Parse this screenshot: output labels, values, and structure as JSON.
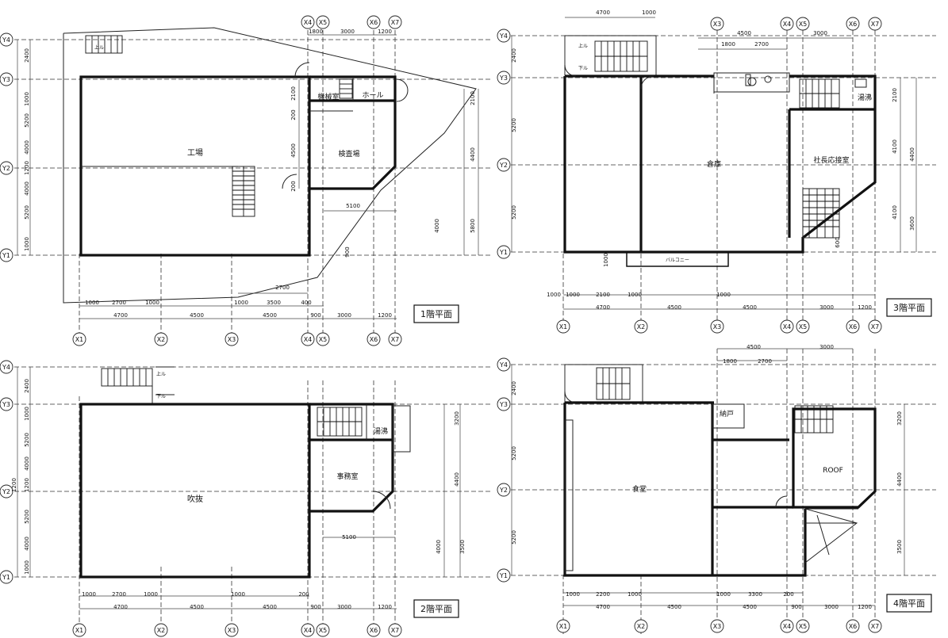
{
  "sheet": {
    "plans": [
      {
        "key": "p1",
        "title": "1階平面",
        "rooms": [
          "工場",
          "機械室",
          "ホール",
          "検査場"
        ],
        "grid_x": [
          "X1",
          "X2",
          "X3",
          "X4",
          "X5",
          "X6",
          "X7"
        ],
        "grid_y": [
          "Y1",
          "Y2",
          "Y3",
          "Y4"
        ],
        "dims_top": [
          "1800",
          "3000",
          "1200"
        ],
        "dims_bottom_a": [
          "1000",
          "2700",
          "1000",
          "1000",
          "3500",
          "400"
        ],
        "dims_bottom_b": [
          "4700",
          "4500",
          "4500",
          "900",
          "3000",
          "1200"
        ],
        "dims_left": [
          "2400",
          "1000",
          "5200",
          "4000",
          "1200",
          "5200",
          "4000",
          "1000"
        ],
        "dims_inner": [
          "2100",
          "200",
          "4500",
          "5100",
          "2700",
          "200"
        ],
        "dims_right": [
          "2100",
          "4400",
          "4000",
          "5800",
          "900"
        ],
        "stair_label": "上ル"
      },
      {
        "key": "p2",
        "title": "2階平面",
        "rooms": [
          "吹抜",
          "湯沸",
          "事務室"
        ],
        "grid_x": [
          "X1",
          "X2",
          "X3",
          "X4",
          "X5",
          "X6",
          "X7"
        ],
        "grid_y": [
          "Y1",
          "Y2",
          "Y3",
          "Y4"
        ],
        "dims_bottom_a": [
          "1000",
          "2700",
          "1000",
          "1000",
          "200"
        ],
        "dims_bottom_b": [
          "4700",
          "4500",
          "4500",
          "900",
          "3000",
          "1200"
        ],
        "dims_left": [
          "2400",
          "1000",
          "5200",
          "4000",
          "1200",
          "1200",
          "5200",
          "4000",
          "1000"
        ],
        "dims_right": [
          "3200",
          "4400",
          "4000",
          "3500"
        ],
        "dims_inner": [
          "5100"
        ],
        "stair_label_up": "上ル",
        "stair_label_down": "下ル"
      },
      {
        "key": "p3",
        "title": "3階平面",
        "rooms": [
          "倉庫",
          "社長応接室",
          "湯沸"
        ],
        "balcony_label": "バルコニー",
        "grid_x": [
          "X1",
          "X2",
          "X3",
          "X4",
          "X5",
          "X6",
          "X7"
        ],
        "grid_y": [
          "Y1",
          "Y2",
          "Y3",
          "Y4"
        ],
        "dims_top_a": [
          "4700",
          "1000"
        ],
        "dims_top_b": [
          "4500",
          "3000"
        ],
        "dims_top_c": [
          "1800",
          "2700"
        ],
        "dims_bottom_a": [
          "1000",
          "1000",
          "2100",
          "1000",
          "1000"
        ],
        "dims_bottom_b": [
          "4700",
          "4500",
          "4500",
          "3000",
          "1200"
        ],
        "dims_left": [
          "2400",
          "5200",
          "5200"
        ],
        "dims_right": [
          "2100",
          "4100",
          "4400",
          "4100",
          "3600"
        ],
        "dims_inner": [
          "1000",
          "600"
        ],
        "stair_label_up": "上ル",
        "stair_label_down": "下ル"
      },
      {
        "key": "p4",
        "title": "4階平面",
        "rooms": [
          "食堂",
          "納戸",
          "ROOF"
        ],
        "grid_x": [
          "X1",
          "X2",
          "X3",
          "X4",
          "X5",
          "X6",
          "X7"
        ],
        "grid_y": [
          "Y1",
          "Y2",
          "Y3",
          "Y4"
        ],
        "dims_top_a": [
          "4500",
          "3000"
        ],
        "dims_top_b": [
          "1800",
          "2700"
        ],
        "dims_bottom_a": [
          "1000",
          "2200",
          "1000",
          "1000",
          "3300",
          "200"
        ],
        "dims_bottom_b": [
          "4700",
          "4500",
          "4500",
          "900",
          "3000",
          "1200"
        ],
        "dims_left": [
          "2400",
          "5200",
          "5200"
        ],
        "dims_right": [
          "3200",
          "4400",
          "3500"
        ]
      }
    ]
  }
}
